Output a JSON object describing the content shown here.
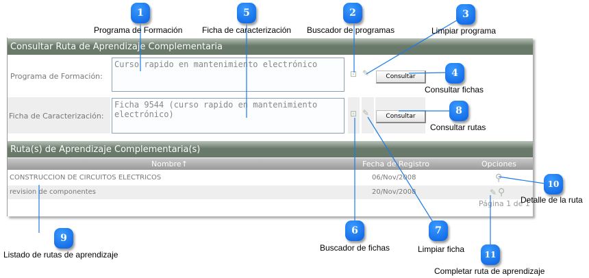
{
  "form": {
    "title": "Consultar Ruta de Aprendizaje Complementaria",
    "programa_label": "Programa de Formación:",
    "programa_value": "Curso rapido en mantenimiento electrónico",
    "ficha_label": "Ficha de Caracterización:",
    "ficha_value": "Ficha 9544 (curso rapido en mantenimiento electrónico)",
    "consultar1": "Consultar",
    "consultar2": "Consultar"
  },
  "results": {
    "title": "Ruta(s) de Aprendizaje Complementaria(s)",
    "columns": [
      "Nombre↑",
      "Fecha de Registro",
      "Opciones"
    ],
    "rows": [
      {
        "nombre": "CONSTRUCCION DE CIRCUITOS ELECTRICOS",
        "fecha": "06/Nov/2008"
      },
      {
        "nombre": "revision de componentes",
        "fecha": "20/Nov/2008"
      }
    ],
    "pagination": "Página 1 de 1"
  },
  "callouts": [
    {
      "n": "1",
      "label": "Programa de Formación"
    },
    {
      "n": "2",
      "label": "Buscador de programas"
    },
    {
      "n": "3",
      "label": "Limpiar programa"
    },
    {
      "n": "4",
      "label": "Consultar fichas"
    },
    {
      "n": "5",
      "label": "Ficha de caracterización"
    },
    {
      "n": "6",
      "label": "Buscador de fichas"
    },
    {
      "n": "7",
      "label": "Limpiar ficha"
    },
    {
      "n": "8",
      "label": "Consultar rutas"
    },
    {
      "n": "9",
      "label": "Listado de rutas de aprendizaje"
    },
    {
      "n": "10",
      "label": "Detalle de la ruta"
    },
    {
      "n": "11",
      "label": "Completar ruta de aprendizaje"
    }
  ],
  "colors": {
    "header": "#6a7a6a",
    "badge": "#0a6ef0"
  }
}
